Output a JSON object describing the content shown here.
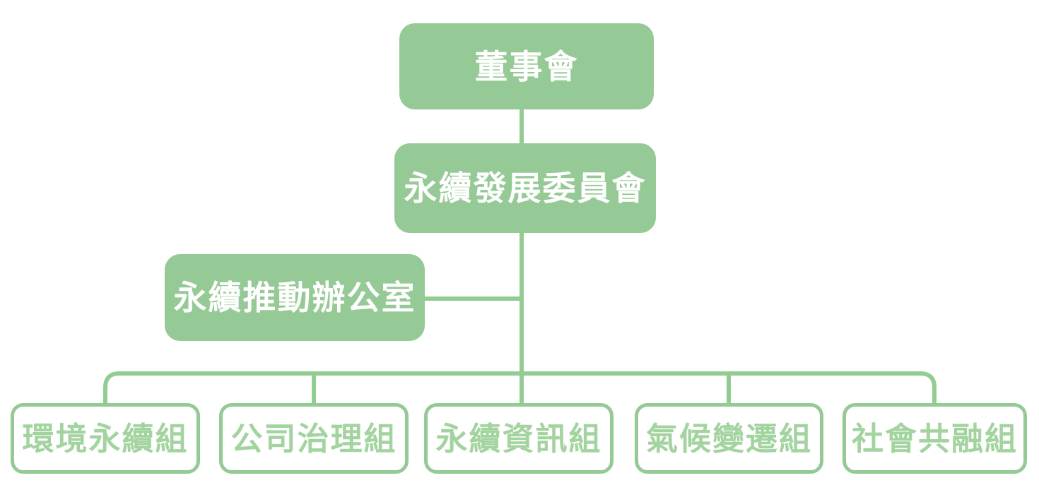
{
  "org_chart": {
    "type": "organization-tree",
    "root": {
      "label": "董事會"
    },
    "committee": {
      "label": "永續發展委員會",
      "reports_to": "董事會"
    },
    "office": {
      "label": "永續推動辦公室",
      "reports_to": "永續發展委員會"
    },
    "groups": [
      {
        "label": "環境永續組"
      },
      {
        "label": "公司治理組"
      },
      {
        "label": "永續資訊組"
      },
      {
        "label": "氣候變遷組"
      },
      {
        "label": "社會共融組"
      }
    ]
  },
  "colors": {
    "node_fill_green": "#95c995",
    "connector_green": "#93cc93",
    "outline_box_border_green": "#95c995",
    "outline_box_text_green": "#a3d4a0",
    "filled_box_text": "#ffffff",
    "background": "#ffffff"
  }
}
